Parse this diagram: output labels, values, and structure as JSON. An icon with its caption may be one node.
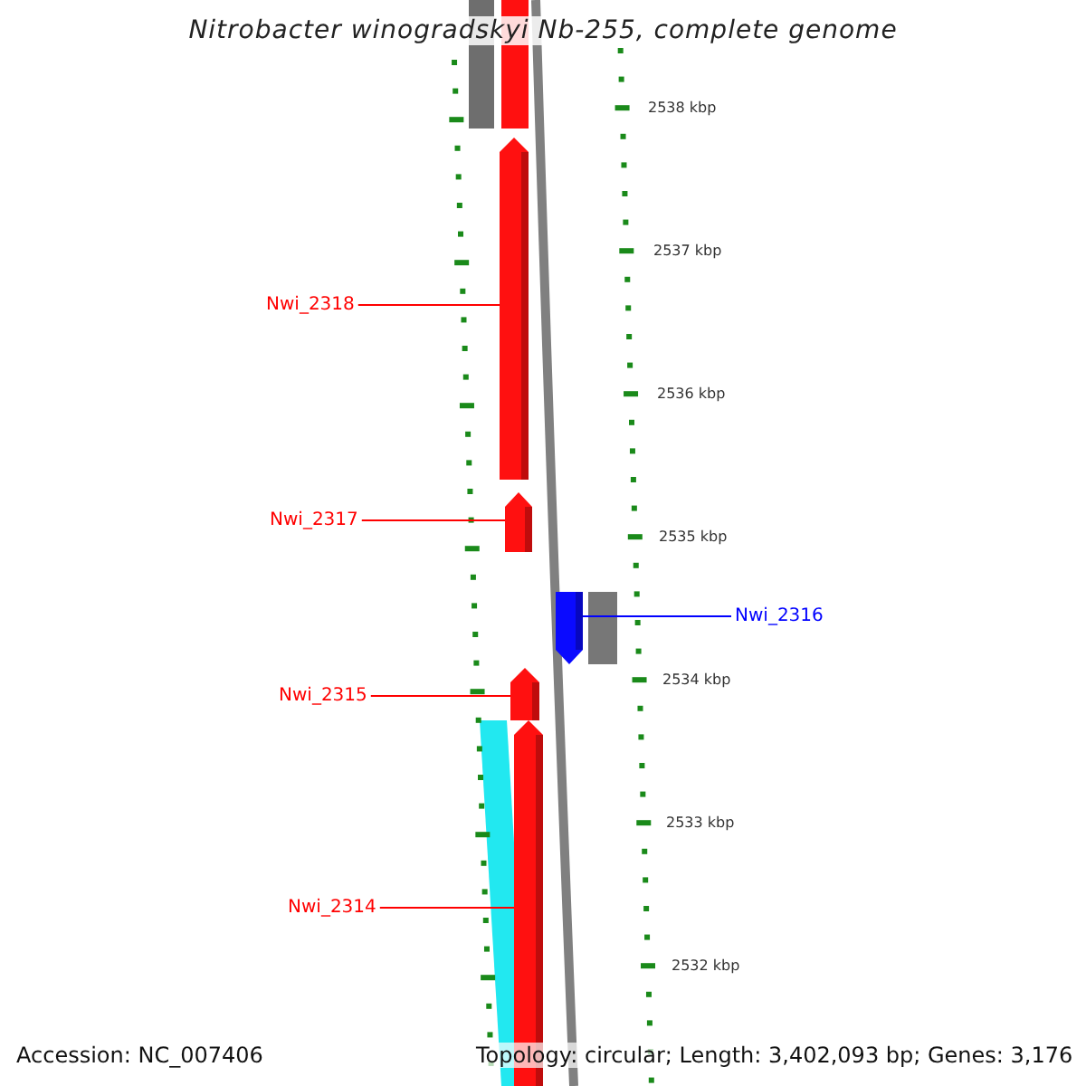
{
  "diagram": {
    "title": "Nitrobacter winogradskyi Nb-255, complete genome",
    "nodes": [
      {
        "text": [
          "Nwi_2318"
        ]
      },
      {
        "text": [],
        "shape": "bar"
      },
      {
        "text": [
          "Nwi_2317"
        ]
      },
      {
        "text": [],
        "shape": "bar"
      },
      {
        "text": [
          "Nwi_2316"
        ]
      },
      {
        "text": [],
        "shape": "bar"
      },
      {
        "text": [
          "Nwi_2315"
        ]
      },
      {
        "text": [],
        "shape": "bar"
      },
      {
        "text": [
          "Nwi_2314"
        ]
      },
      {
        "text": [],
        "shape": "bar"
      }
    ],
    "edges": [
      {
        "from": 0,
        "to": 1,
        "arrow": "none"
      },
      {
        "from": 2,
        "to": 3,
        "arrow": "none"
      },
      {
        "from": 4,
        "to": 5,
        "arrow": "none",
        "color": "#0000ff"
      },
      {
        "from": 6,
        "to": 7,
        "arrow": "none"
      },
      {
        "from": 8,
        "to": 9,
        "arrow": "none"
      }
    ],
    "labels": [
      "2538 kbp",
      "2537 kbp",
      "2536 kbp",
      "2535 kbp",
      "2534 kbp",
      "2533 kbp",
      "2532 kbp",
      "Accession: NC_007406",
      "Topology: circular; Length: 3,402,093 bp; Genes: 3,176"
    ]
  }
}
